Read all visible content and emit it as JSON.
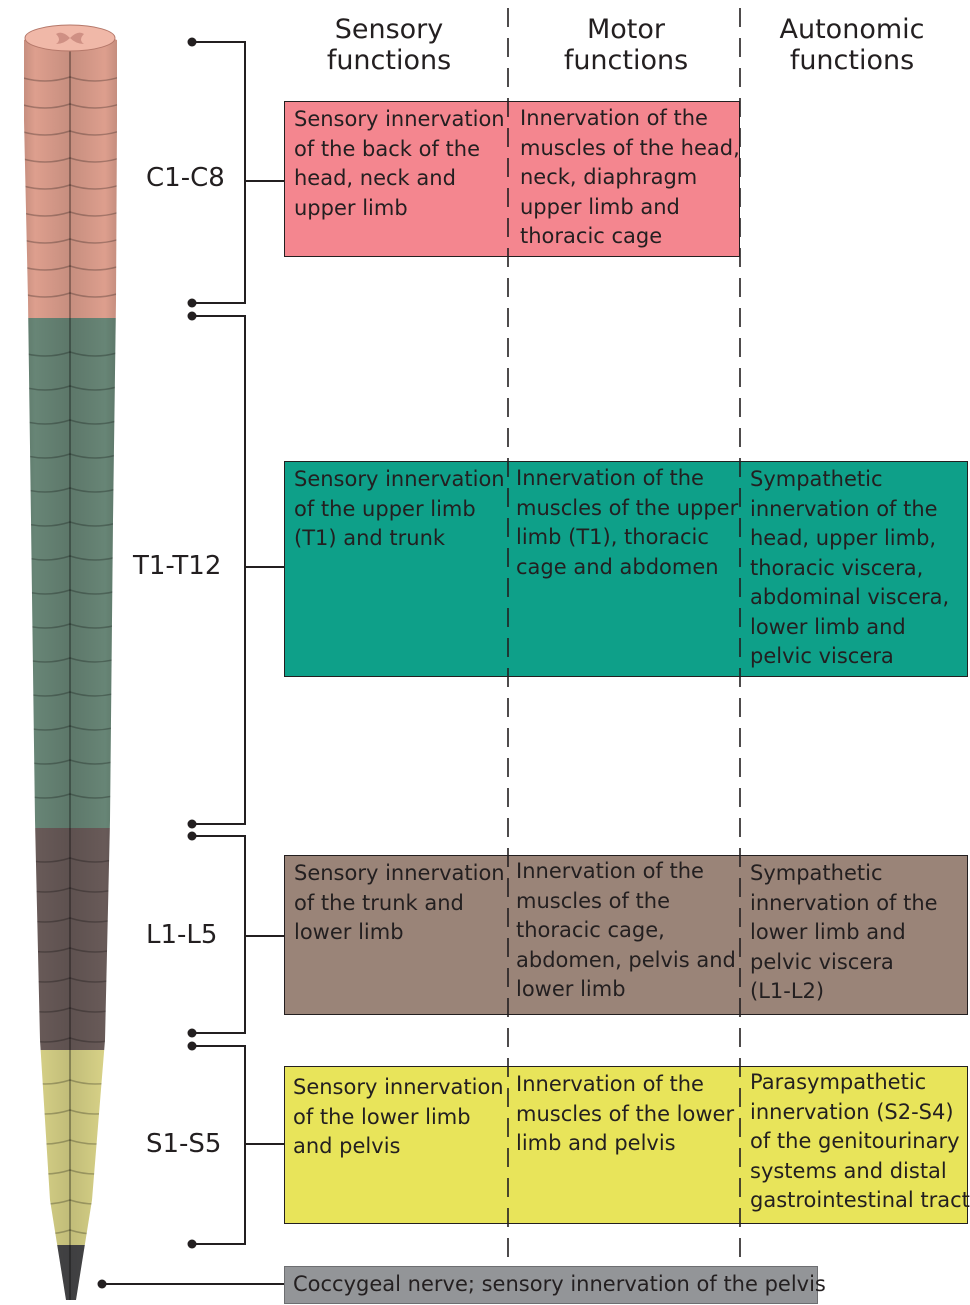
{
  "columns": {
    "sensory": [
      "Sensory",
      "functions"
    ],
    "motor": [
      "Motor",
      "functions"
    ],
    "autonomic": [
      "Autonomic",
      "functions"
    ]
  },
  "segments": [
    {
      "label": "C1-C8",
      "color": "#f4868f",
      "sensory": [
        "Sensory innervation",
        "of the back of the",
        "head, neck and",
        "upper limb"
      ],
      "motor": [
        "Innervation of the",
        "muscles of the head,",
        "neck, diaphragm",
        "upper limb and",
        "thoracic cage"
      ],
      "autonomic": []
    },
    {
      "label": "T1-T12",
      "color": "#0ea089",
      "sensory": [
        "Sensory innervation",
        "of the upper limb",
        "(T1) and trunk"
      ],
      "motor": [
        "Innervation of the",
        "muscles of the upper",
        "limb (T1), thoracic",
        "cage and abdomen"
      ],
      "autonomic": [
        "Sympathetic",
        "innervation of the",
        "head, upper limb,",
        "thoracic viscera,",
        "abdominal viscera,",
        "lower limb and",
        "pelvic viscera"
      ]
    },
    {
      "label": "L1-L5",
      "color": "#9a8478",
      "sensory": [
        "Sensory innervation",
        "of the trunk and",
        "lower limb"
      ],
      "motor": [
        "Innervation of the",
        "muscles of the",
        "thoracic cage,",
        "abdomen, pelvis and",
        "lower limb"
      ],
      "autonomic": [
        "Sympathetic",
        "innervation of the",
        "lower limb and",
        "pelvic viscera",
        "(L1-L2)"
      ]
    },
    {
      "label": "S1-S5",
      "color": "#e8e45a",
      "sensory": [
        "Sensory innervation",
        "of the lower limb",
        "and pelvis"
      ],
      "motor": [
        "Innervation of the",
        "muscles of the lower",
        "limb and pelvis"
      ],
      "autonomic": [
        "Parasympathetic",
        "innervation (S2-S4)",
        "of the genitourinary",
        "systems and distal",
        "gastrointestinal tract"
      ]
    }
  ],
  "coccygeal": {
    "text": "Coccygeal nerve; sensory innervation of the pelvis",
    "color": "#939598"
  },
  "cord_colors": {
    "cervical": "#e9a795",
    "thoracic": "#6d8c7c",
    "lumbar": "#6e5f5d",
    "sacral": "#e3dd8e",
    "coccygeal": "#4a4a4c"
  }
}
